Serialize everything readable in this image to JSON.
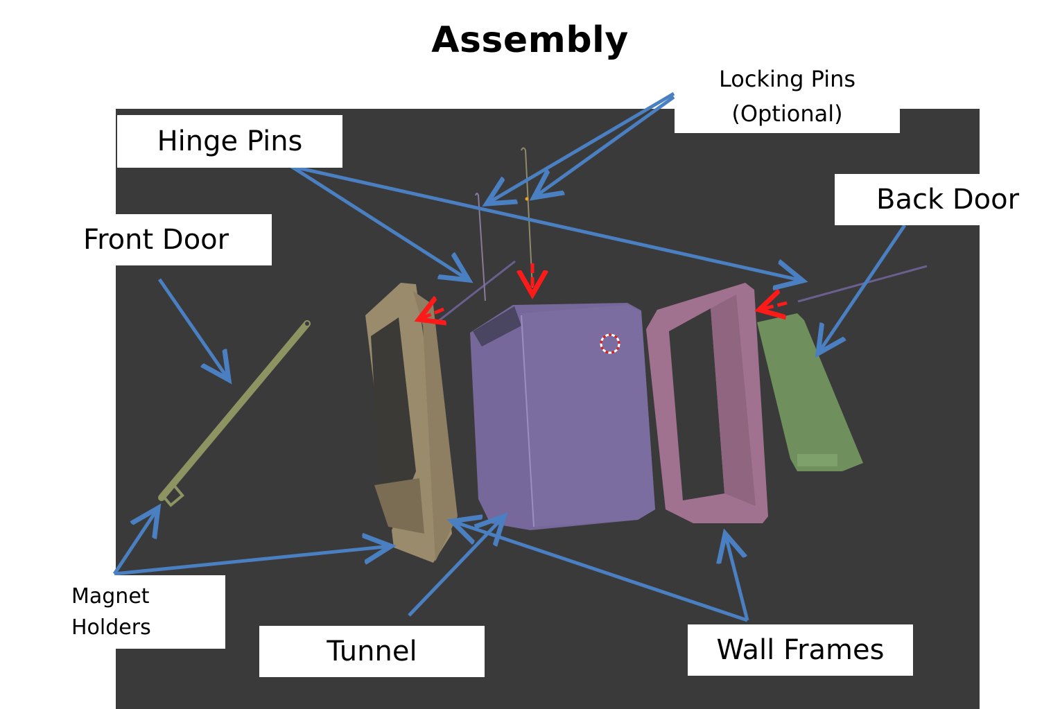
{
  "title": "Assembly",
  "labels": {
    "hinge_pins": "Hinge Pins",
    "locking_pins_line1": "Locking Pins",
    "locking_pins_line2": "(Optional)",
    "front_door": "Front Door",
    "back_door": "Back Door",
    "magnet_holders_line1": "Magnet",
    "magnet_holders_line2": "Holders",
    "tunnel": "Tunnel",
    "wall_frames": "Wall Frames"
  },
  "colors": {
    "viewport_bg": "#3a3a3a",
    "callout_arrow": "#4a7fc1",
    "insert_arrow": "#ff1a1a",
    "tunnel": "#76689a",
    "front_frame": "#9a8b6c",
    "wall_frame": "#a0728f",
    "back_door": "#6f8f5c",
    "front_door": "#8d9462",
    "hinge_pin": "#6a5f8f",
    "locking_pin": "#8f8a6a"
  },
  "parts": [
    "Front Door",
    "Magnet Holders",
    "Hinge Pins",
    "Locking Pins (Optional)",
    "Tunnel",
    "Wall Frames",
    "Back Door"
  ]
}
